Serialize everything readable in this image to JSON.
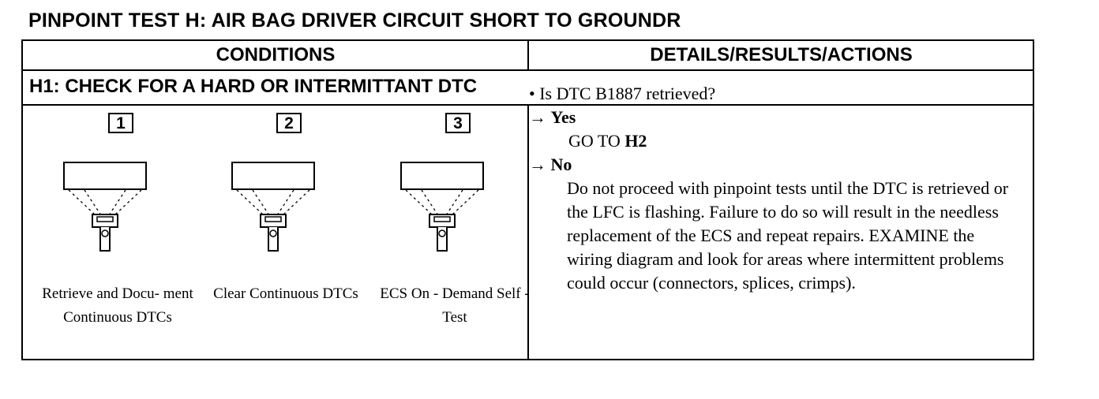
{
  "title": "PINPOINT TEST H: AIR BAG DRIVER CIRCUIT SHORT TO GROUNDR",
  "headers": {
    "conditions": "CONDITIONS",
    "details": "DETAILS/RESULTS/ACTIONS"
  },
  "step_title": "H1: CHECK FOR A HARD OR INTERMITTANT DTC",
  "steps": [
    {
      "number": "1",
      "caption": "Retrieve and Docu- ment Continuous DTCs"
    },
    {
      "number": "2",
      "caption": "Clear Continuous DTCs"
    },
    {
      "number": "3",
      "caption": "ECS On - Demand Self - Test"
    }
  ],
  "details": {
    "question": "• Is DTC B1887 retrieved?",
    "arrow": "→",
    "yes_label": "Yes",
    "yes_action_prefix": "GO TO ",
    "yes_action_target": "H2",
    "no_label": "No",
    "no_action": "Do not proceed with pinpoint tests until the DTC is retrieved or the LFC is flashing. Failure to do so will result in the needless replacement of the ECS and repeat repairs. EXAMINE the wiring diagram and look for areas where intermittent problems could occur (connectors, splices, crimps)."
  }
}
